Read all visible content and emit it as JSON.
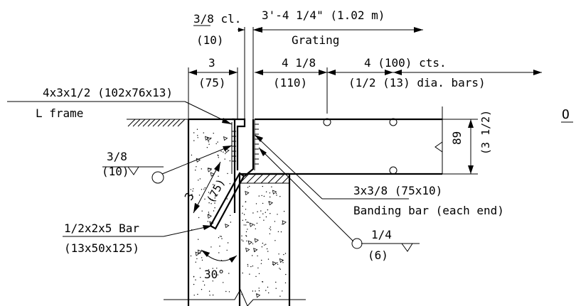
{
  "labels": {
    "clearance_frac": "3/8 cl.",
    "clearance_mm": "(10)",
    "grating_width": "3'-4 1/4\" (1.02 m)",
    "grating_word": "Grating",
    "dim3": "3",
    "dim3_mm": "(75)",
    "dim418": "4 1/8",
    "dim418_mm": "(110)",
    "cts": "4 (100) cts.",
    "bars": "(1/2 (13) dia. bars)",
    "angle_size": "4x3x1/2 (102x76x13)",
    "angle_name": "L frame",
    "weld_left": "3/8",
    "weld_left_mm": "(10)",
    "diag3": "3",
    "diag3_mm": "(75)",
    "bar_size": "1/2x2x5 Bar",
    "bar_mm": "(13x50x125)",
    "angle30": "30°",
    "banding_size": "3x3/8 (75x10)",
    "banding_name": "Banding bar (each end)",
    "weld_right": "1/4",
    "weld_right_mm": "(6)",
    "depth89": "89",
    "depth_in": "(3 1/2)",
    "cut_letter": "O"
  }
}
